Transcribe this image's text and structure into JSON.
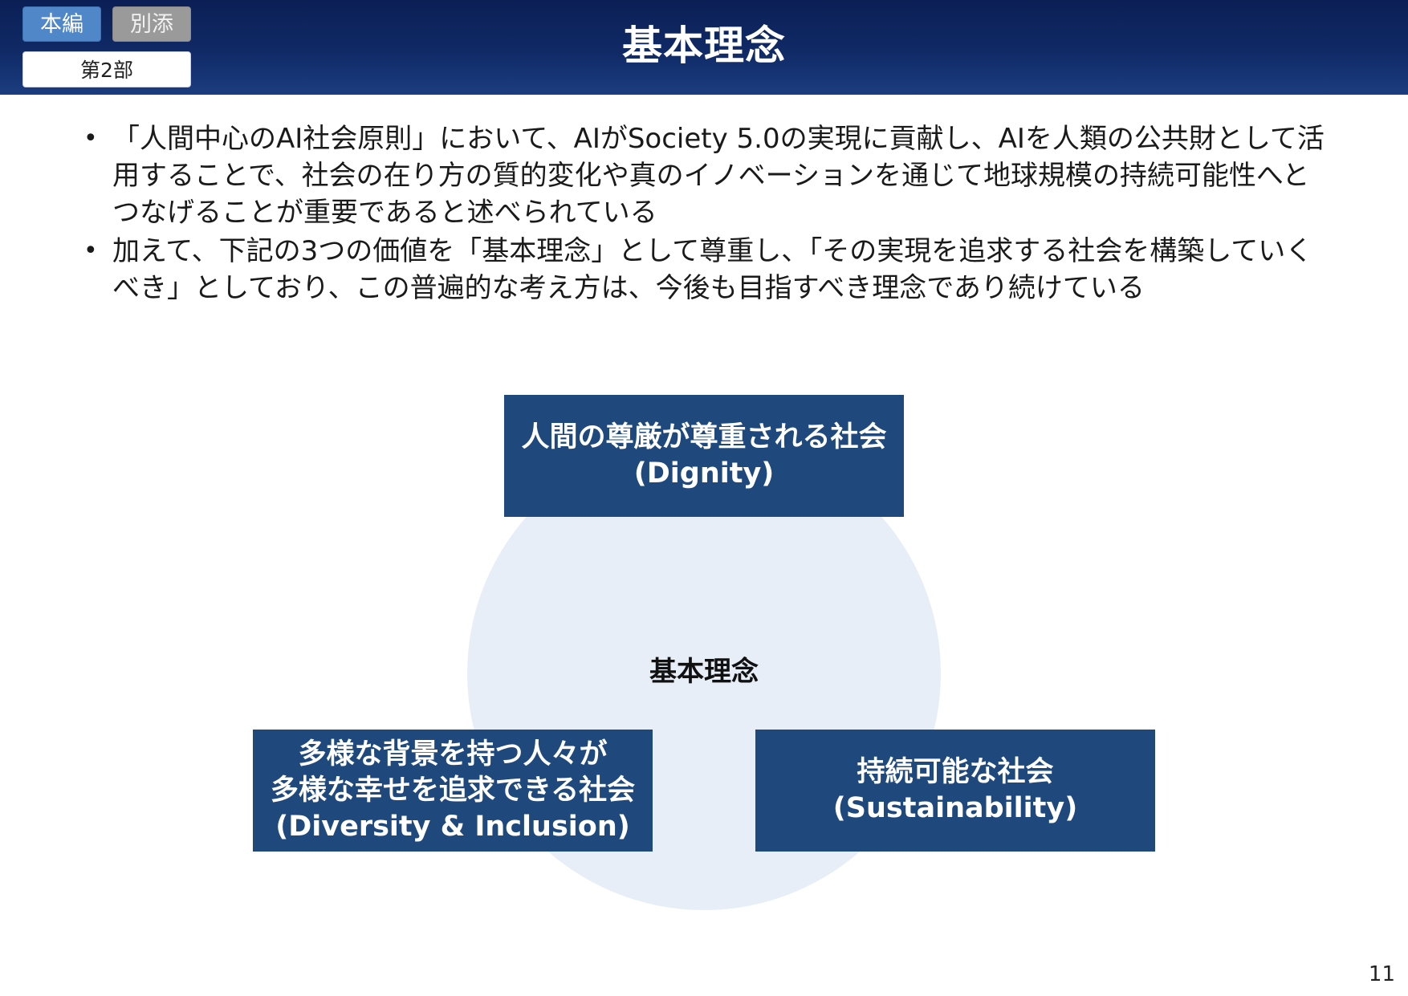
{
  "header": {
    "tab_main": "本編",
    "tab_annex": "別添",
    "part": "第2部",
    "title": "基本理念"
  },
  "bullets": [
    "「人間中心のAI社会原則」において、AIがSociety 5.0の実現に貢献し、AIを人類の公共財として活用することで、社会の在り方の質的変化や真のイノベーションを通じて地球規模の持続可能性へとつなげることが重要であると述べられている",
    "加えて、下記の3つの価値を「基本理念」として尊重し、「その実現を追求する社会を構築していくべき」としており、この普遍的な考え方は、今後も目指すべき理念であり続けている"
  ],
  "diagram": {
    "center": "基本理念",
    "dignity": {
      "line1": "人間の尊厳が尊重される社会",
      "line2": "(Dignity)"
    },
    "diversity": {
      "line1": "多様な背景を持つ人々が",
      "line2": "多様な幸せを追求できる社会",
      "line3": "(Diversity & Inclusion)"
    },
    "sustainability": {
      "line1": "持続可能な社会",
      "line2": "(Sustainability)"
    }
  },
  "page_number": "11",
  "colors": {
    "header_bg": "#102a66",
    "tab_main": "#4f87c9",
    "tab_annex": "#9a9a9a",
    "box_fill": "#1f497d",
    "circle_fill": "#e8eef7"
  }
}
